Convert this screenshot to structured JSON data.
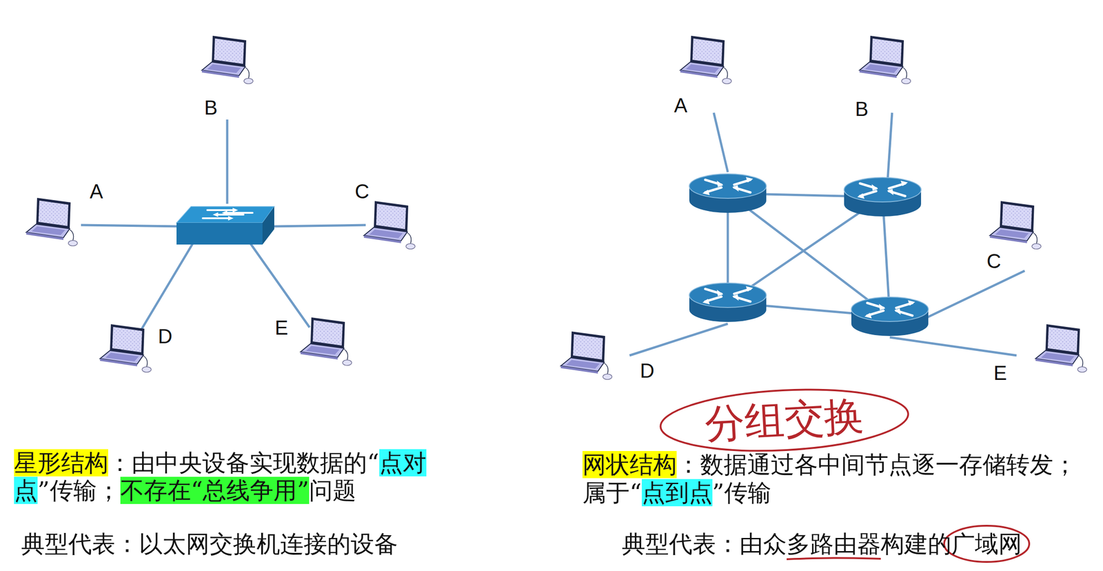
{
  "diagram": {
    "nodes": [
      {
        "text": [
          "B"
        ]
      },
      {
        "text": [
          "A"
        ]
      },
      {
        "text": [
          "C"
        ]
      },
      {
        "text": [
          "D"
        ]
      },
      {
        "text": [
          "E"
        ]
      },
      {
        "text": [
          "A"
        ]
      },
      {
        "text": [
          "B"
        ]
      },
      {
        "text": [
          "C"
        ]
      },
      {
        "text": [
          "D"
        ]
      },
      {
        "text": [
          "E"
        ]
      }
    ],
    "labels": [
      "星形结构",
      "：由中央设备实现数据的“",
      "点对点",
      "”传输；",
      "不存在“总线争用”",
      "问题",
      "典型代表：以太网交换机连接的设备",
      "分组交换",
      "网状结构",
      "：数据通过各中间节点逐一存储转发；",
      "属于“",
      "点到点",
      "”传输",
      "典型代表：由众多路由器构建的广域网"
    ]
  }
}
